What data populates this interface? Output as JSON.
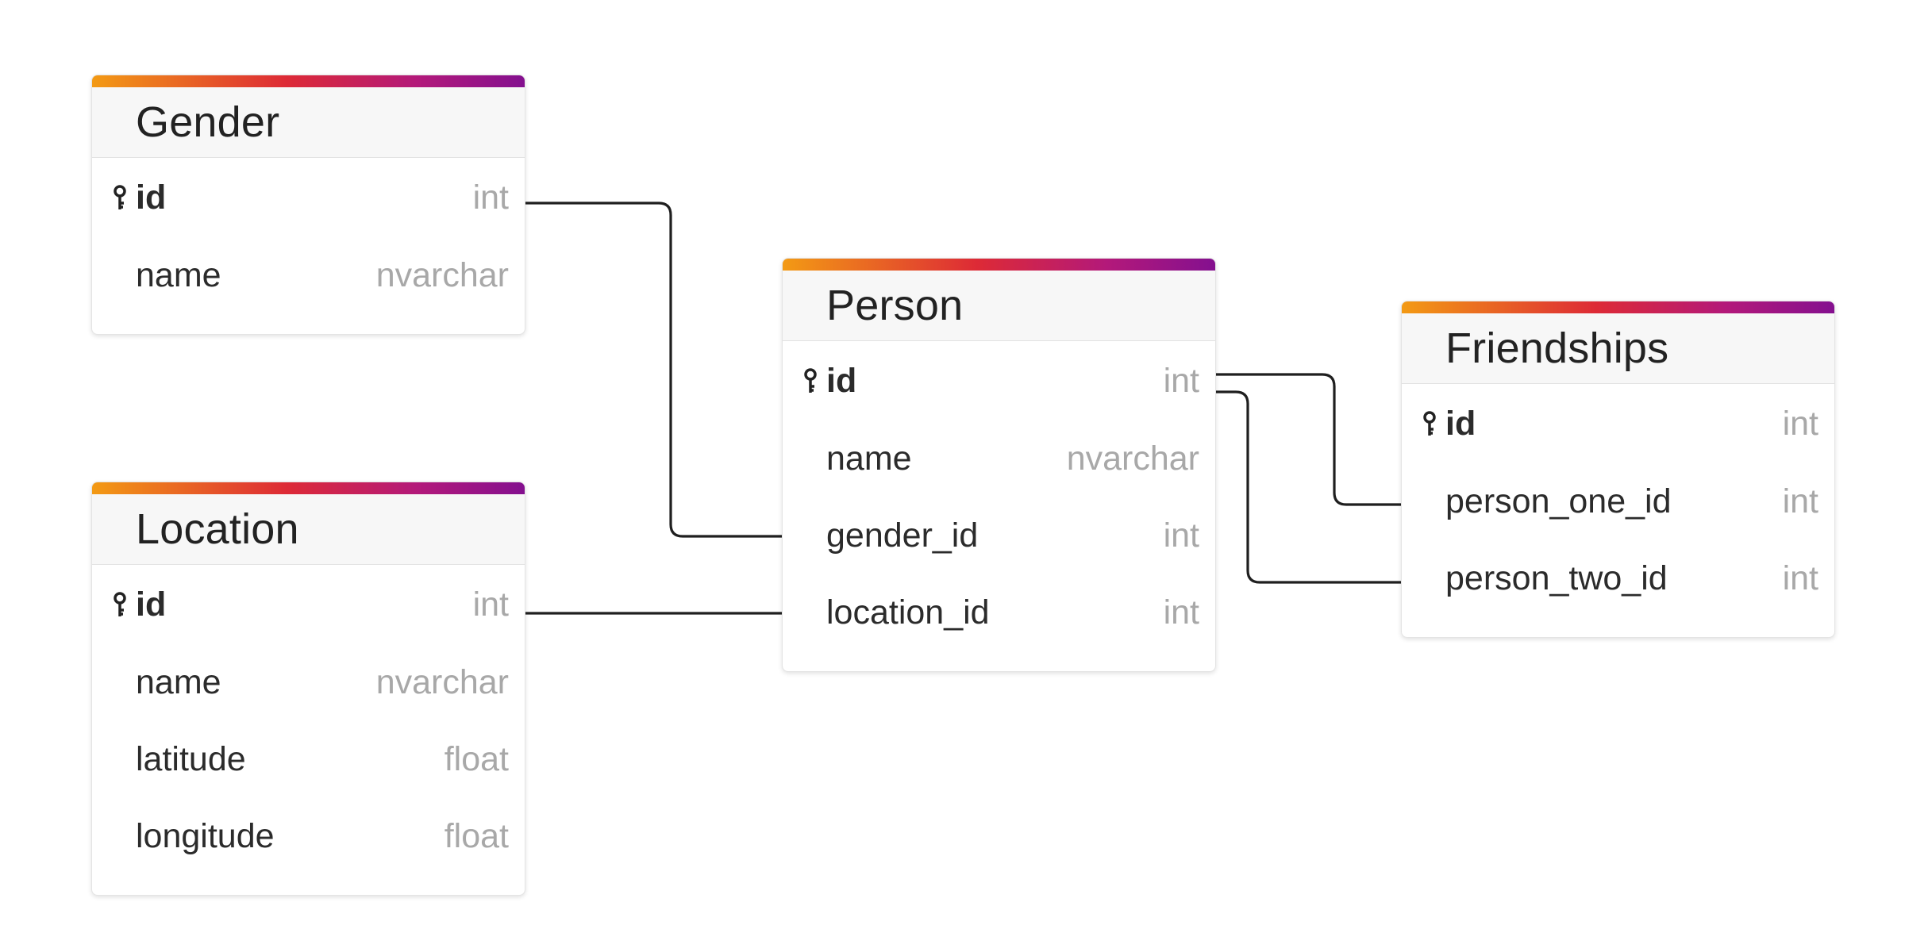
{
  "diagram": {
    "tables": [
      {
        "id": "gender",
        "title": "Gender",
        "columns": [
          {
            "name": "id",
            "type": "int",
            "pk": true
          },
          {
            "name": "name",
            "type": "nvarchar",
            "pk": false
          }
        ]
      },
      {
        "id": "location",
        "title": "Location",
        "columns": [
          {
            "name": "id",
            "type": "int",
            "pk": true
          },
          {
            "name": "name",
            "type": "nvarchar",
            "pk": false
          },
          {
            "name": "latitude",
            "type": "float",
            "pk": false
          },
          {
            "name": "longitude",
            "type": "float",
            "pk": false
          }
        ]
      },
      {
        "id": "person",
        "title": "Person",
        "columns": [
          {
            "name": "id",
            "type": "int",
            "pk": true
          },
          {
            "name": "name",
            "type": "nvarchar",
            "pk": false
          },
          {
            "name": "gender_id",
            "type": "int",
            "pk": false
          },
          {
            "name": "location_id",
            "type": "int",
            "pk": false
          }
        ]
      },
      {
        "id": "friendships",
        "title": "Friendships",
        "columns": [
          {
            "name": "id",
            "type": "int",
            "pk": true
          },
          {
            "name": "person_one_id",
            "type": "int",
            "pk": false
          },
          {
            "name": "person_two_id",
            "type": "int",
            "pk": false
          }
        ]
      }
    ],
    "relations": [
      {
        "from": "gender.id",
        "to": "person.gender_id"
      },
      {
        "from": "location.id",
        "to": "person.location_id"
      },
      {
        "from": "person.id",
        "to": "friendships.person_one_id"
      },
      {
        "from": "person.id",
        "to": "friendships.person_two_id"
      }
    ],
    "colors": {
      "accent_start": "#f39a14",
      "accent_mid": "#dd2a36",
      "accent_end": "#84108f",
      "line": "#1f1f1f",
      "type_text": "#a8a8a8"
    },
    "icons": {
      "primary_key": "key-icon"
    }
  }
}
